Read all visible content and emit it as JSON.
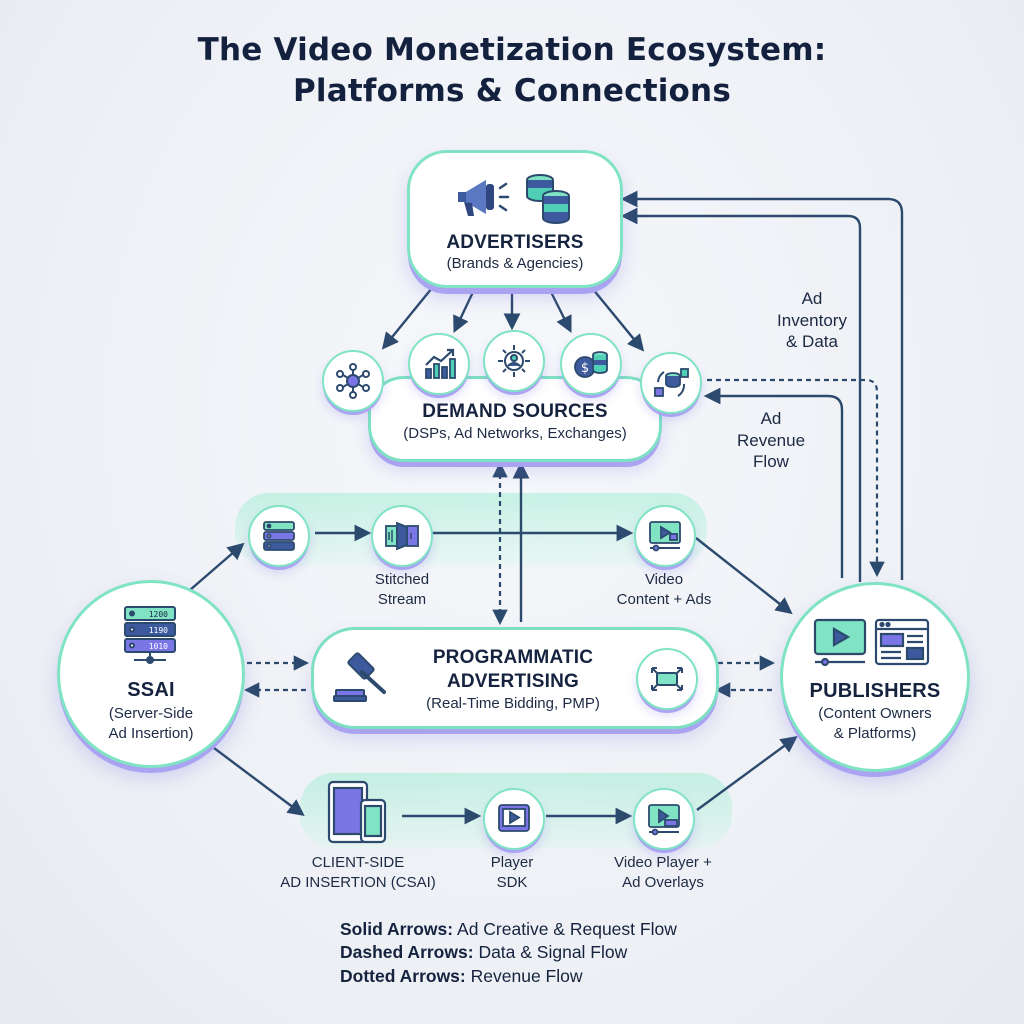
{
  "title": {
    "line1": "The Video Monetization Ecosystem:",
    "line2": "Platforms & Connections"
  },
  "nodes": {
    "advertisers": {
      "name": "ADVERTISERS",
      "sub": "(Brands & Agencies)",
      "icons": [
        "megaphone-icon",
        "coin-stack-icon"
      ]
    },
    "demand": {
      "name": "DEMAND SOURCES",
      "sub": "(DSPs, Ad Networks, Exchanges)",
      "icons": [
        "network-hub-icon",
        "growth-chart-icon",
        "user-targeting-icon",
        "money-coins-icon",
        "data-sync-icon"
      ]
    },
    "programmatic": {
      "name_line1": "PROGRAMMATIC",
      "name_line2": "ADVERTISING",
      "sub": "(Real-Time Bidding, PMP)",
      "icons": [
        "gavel-icon",
        "exchange-arrows-icon"
      ]
    },
    "ssai": {
      "name": "SSAI",
      "sub_line1": "(Server-Side",
      "sub_line2": "Ad Insertion)",
      "icons": [
        "server-stack-icon"
      ]
    },
    "publishers": {
      "name": "PUBLISHERS",
      "sub_line1": "(Content Owners",
      "sub_line2": "& Platforms)",
      "icons": [
        "video-monitor-icon",
        "web-layout-icon"
      ]
    }
  },
  "ssai_icon_labels": [
    "1200",
    "1190",
    "1010"
  ],
  "flow_top": {
    "labels": {
      "stitched_1": "Stitched",
      "stitched_2": "Stream",
      "video_1": "Video",
      "video_2": "Content + Ads"
    },
    "icons": [
      "ad-server-icon",
      "stream-stitch-icon",
      "video-content-icon"
    ]
  },
  "flow_bottom": {
    "labels": {
      "csai_1": "CLIENT-SIDE",
      "csai_2": "AD INSERTION (CSAI)",
      "sdk_1": "Player",
      "sdk_2": "SDK",
      "overlay_1": "Video Player +",
      "overlay_2": "Ad Overlays"
    },
    "icons": [
      "tablet-phone-icon",
      "player-sdk-icon",
      "video-player-overlay-icon"
    ]
  },
  "side_labels": {
    "inventory": [
      "Ad",
      "Inventory",
      "& Data"
    ],
    "revenue": [
      "Ad",
      "Revenue",
      "Flow"
    ]
  },
  "legend": [
    {
      "key": "Solid Arrows:",
      "value": "Ad Creative & Request Flow"
    },
    {
      "key": "Dashed Arrows:",
      "value": "Data & Signal Flow"
    },
    {
      "key": "Dotted Arrows:",
      "value": "Revenue Flow"
    }
  ],
  "colors": {
    "teal": "#7fe3c4",
    "violet": "#8f88ee",
    "navy": "#2c4a6e",
    "icon_blue": "#3d5a9e",
    "icon_teal": "#4fd0b6"
  }
}
